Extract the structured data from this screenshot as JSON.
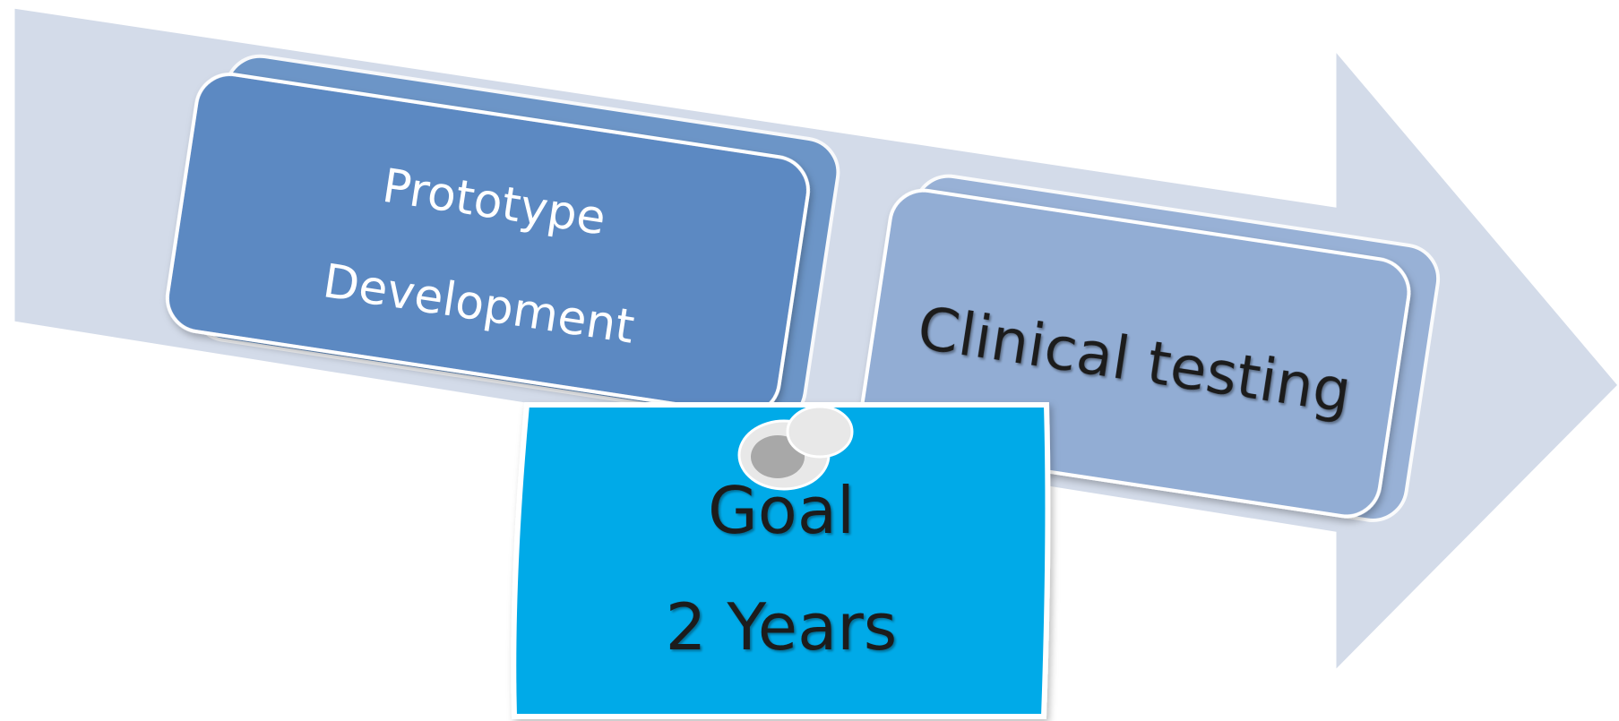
{
  "diagram": {
    "steps": [
      {
        "line1": "Prototype",
        "line2": "Development"
      },
      {
        "label": "Clinical testing"
      }
    ],
    "note": {
      "title": "Goal",
      "subtitle": "2 Years"
    }
  },
  "colors": {
    "arrow": "#d3dbe9",
    "step_dark": "#5b89c2",
    "step_light": "#92add4",
    "step_text_dark": "#ffffff",
    "step_text_light": "#1f1f1f",
    "note": "#00aae8",
    "note_text": "#1f1f1f",
    "pin_outer": "#e8e8e8",
    "pin_inner": "#a8a8a8"
  }
}
